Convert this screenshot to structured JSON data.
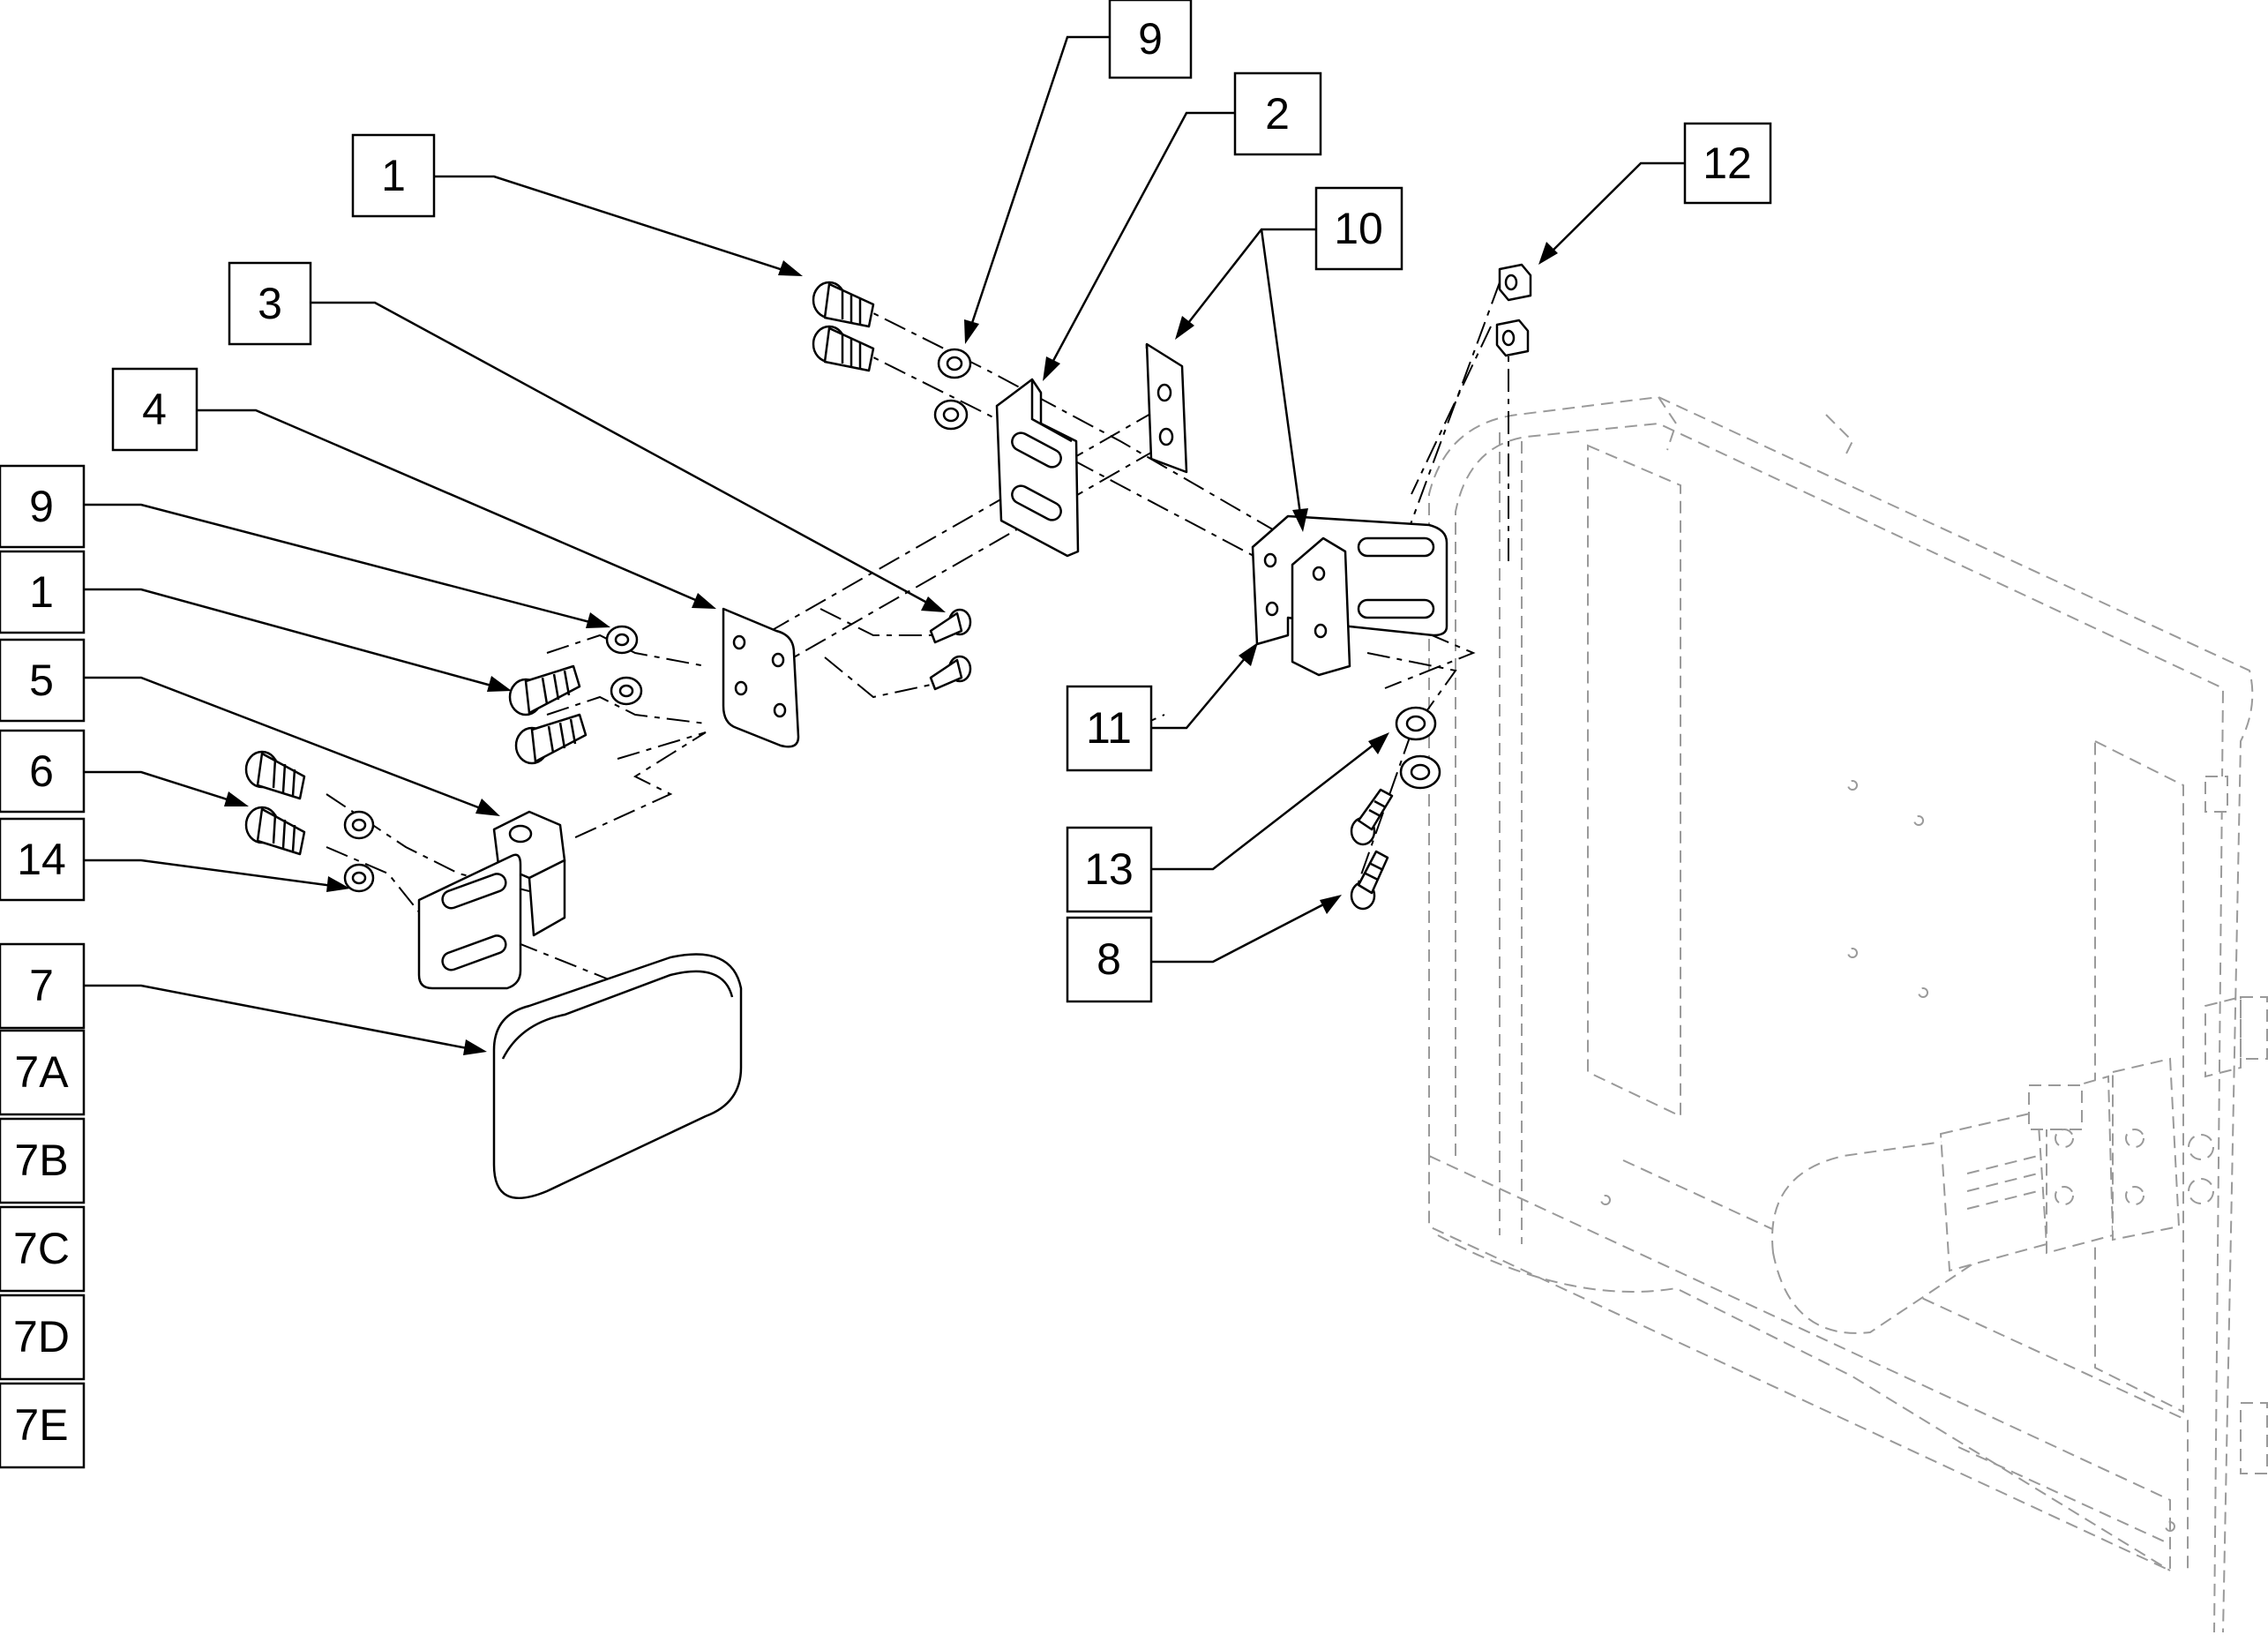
{
  "callouts": [
    {
      "id": "c1a",
      "label": "1"
    },
    {
      "id": "c9a",
      "label": "9"
    },
    {
      "id": "c2",
      "label": "2"
    },
    {
      "id": "c10",
      "label": "10"
    },
    {
      "id": "c12",
      "label": "12"
    },
    {
      "id": "c3",
      "label": "3"
    },
    {
      "id": "c4",
      "label": "4"
    },
    {
      "id": "c9b",
      "label": "9"
    },
    {
      "id": "c1b",
      "label": "1"
    },
    {
      "id": "c5",
      "label": "5"
    },
    {
      "id": "c6",
      "label": "6"
    },
    {
      "id": "c14",
      "label": "14"
    },
    {
      "id": "c7",
      "label": "7"
    },
    {
      "id": "c7A",
      "label": "7A"
    },
    {
      "id": "c7B",
      "label": "7B"
    },
    {
      "id": "c7C",
      "label": "7C"
    },
    {
      "id": "c7D",
      "label": "7D"
    },
    {
      "id": "c7E",
      "label": "7E"
    },
    {
      "id": "c11",
      "label": "11"
    },
    {
      "id": "c13",
      "label": "13"
    },
    {
      "id": "c8",
      "label": "8"
    }
  ]
}
